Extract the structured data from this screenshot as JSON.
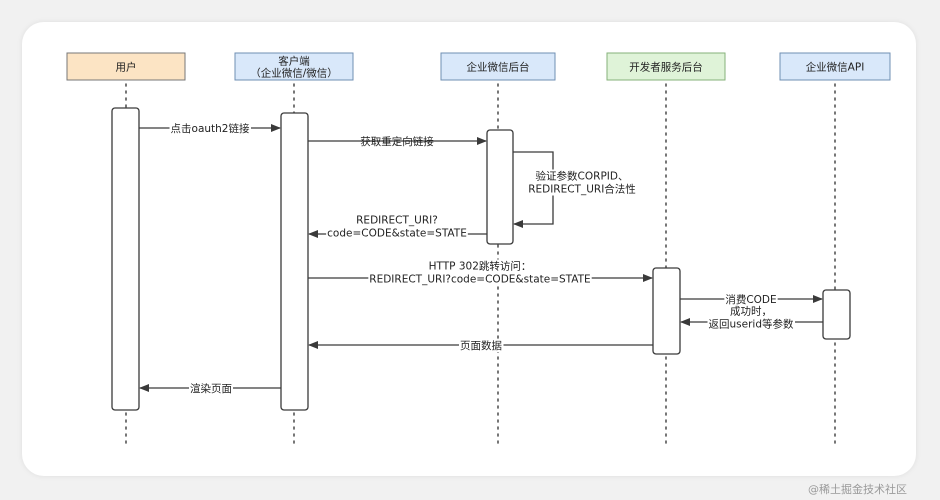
{
  "participants": [
    {
      "id": "user",
      "lines": [
        "用户"
      ],
      "fill": "#fce4c4",
      "stroke": "#777777"
    },
    {
      "id": "client",
      "lines": [
        "客户端",
        "（企业微信/微信）"
      ],
      "fill": "#d9e8fa",
      "stroke": "#6f8fb3"
    },
    {
      "id": "wework-backend",
      "lines": [
        "企业微信后台"
      ],
      "fill": "#d9e8fa",
      "stroke": "#6f8fb3"
    },
    {
      "id": "dev-backend",
      "lines": [
        "开发者服务后台"
      ],
      "fill": "#dff3d8",
      "stroke": "#86b27a"
    },
    {
      "id": "wework-api",
      "lines": [
        "企业微信API"
      ],
      "fill": "#d9e8fa",
      "stroke": "#6f8fb3"
    }
  ],
  "messages": [
    {
      "id": "click-oauth2",
      "lines": [
        "点击oauth2链接"
      ]
    },
    {
      "id": "get-redirect",
      "lines": [
        "获取重定向链接"
      ]
    },
    {
      "id": "validate",
      "lines": [
        "验证参数CORPID、",
        "REDIRECT_URI合法性"
      ]
    },
    {
      "id": "redirect-uri",
      "lines": [
        "REDIRECT_URI?",
        "code=CODE&state=STATE"
      ]
    },
    {
      "id": "http-302",
      "lines": [
        "HTTP 302跳转访问：",
        "REDIRECT_URI?code=CODE&state=STATE"
      ]
    },
    {
      "id": "consume-code",
      "lines": [
        "消费CODE"
      ]
    },
    {
      "id": "success-return",
      "lines": [
        "成功时，",
        "返回userid等参数"
      ]
    },
    {
      "id": "page-data",
      "lines": [
        "页面数据"
      ]
    },
    {
      "id": "render-page",
      "lines": [
        "渲染页面"
      ]
    }
  ],
  "colors": {
    "line": "#3a3a3a",
    "activation_fill": "#ffffff",
    "lifeline": "#555555"
  },
  "watermark": "@稀土掘金技术社区"
}
